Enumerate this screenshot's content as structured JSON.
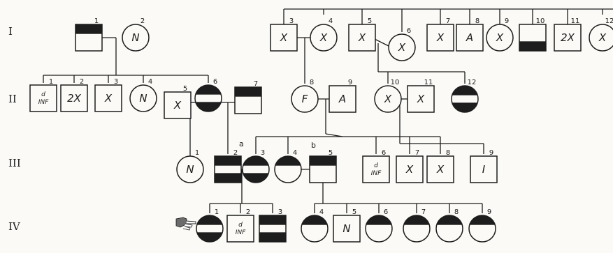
{
  "generations": [
    "I",
    "II",
    "III",
    "IV"
  ],
  "superscripts": [
    "a",
    "b"
  ],
  "individuals": [
    {
      "id": "I-1",
      "num": "1",
      "shape": "square",
      "fill": "top"
    },
    {
      "id": "I-2",
      "num": "2",
      "shape": "circle",
      "fill": "none",
      "text": "N"
    },
    {
      "id": "I-3",
      "num": "3",
      "shape": "square",
      "fill": "none",
      "text": "X"
    },
    {
      "id": "I-4",
      "num": "4",
      "shape": "circle",
      "fill": "none",
      "text": "X"
    },
    {
      "id": "I-5",
      "num": "5",
      "shape": "square",
      "fill": "none",
      "text": "X"
    },
    {
      "id": "I-6",
      "num": "6",
      "shape": "circle",
      "fill": "none",
      "text": "X"
    },
    {
      "id": "I-7",
      "num": "7",
      "shape": "square",
      "fill": "none",
      "text": "X"
    },
    {
      "id": "I-8",
      "num": "8",
      "shape": "square",
      "fill": "none",
      "text": "A"
    },
    {
      "id": "I-9",
      "num": "9",
      "shape": "circle",
      "fill": "none",
      "text": "X"
    },
    {
      "id": "I-10",
      "num": "10",
      "shape": "square",
      "fill": "bottom"
    },
    {
      "id": "I-11",
      "num": "11",
      "shape": "square",
      "fill": "none",
      "text": "2X"
    },
    {
      "id": "I-12",
      "num": "12",
      "shape": "circle",
      "fill": "none",
      "text": "X"
    },
    {
      "id": "II-1",
      "num": "1",
      "shape": "square",
      "fill": "none",
      "text": "d INF"
    },
    {
      "id": "II-2",
      "num": "2",
      "shape": "square",
      "fill": "none",
      "text": "2X"
    },
    {
      "id": "II-3",
      "num": "3",
      "shape": "square",
      "fill": "none",
      "text": "X"
    },
    {
      "id": "II-4",
      "num": "4",
      "shape": "circle",
      "fill": "none",
      "text": "N"
    },
    {
      "id": "II-5",
      "num": "5",
      "shape": "square",
      "fill": "none",
      "text": "X"
    },
    {
      "id": "II-6",
      "num": "6",
      "shape": "circle",
      "fill": "top-bottom"
    },
    {
      "id": "II-7",
      "num": "7",
      "shape": "square",
      "fill": "top"
    },
    {
      "id": "II-8",
      "num": "8",
      "shape": "circle",
      "fill": "none",
      "text": "F"
    },
    {
      "id": "II-9",
      "num": "9",
      "shape": "square",
      "fill": "none",
      "text": "A"
    },
    {
      "id": "II-10",
      "num": "10",
      "shape": "circle",
      "fill": "none",
      "text": "X"
    },
    {
      "id": "II-11",
      "num": "11",
      "shape": "square",
      "fill": "none",
      "text": "X"
    },
    {
      "id": "II-12",
      "num": "12",
      "shape": "circle",
      "fill": "top-bottom"
    },
    {
      "id": "III-1",
      "num": "1",
      "shape": "circle",
      "fill": "none",
      "text": "N"
    },
    {
      "id": "III-2",
      "num": "2",
      "shape": "square",
      "fill": "top-bottom"
    },
    {
      "id": "III-3",
      "num": "3",
      "shape": "circle",
      "fill": "top-bottom"
    },
    {
      "id": "III-4",
      "num": "4",
      "shape": "circle",
      "fill": "top"
    },
    {
      "id": "III-5",
      "num": "5",
      "shape": "square",
      "fill": "top"
    },
    {
      "id": "III-6",
      "num": "6",
      "shape": "square",
      "fill": "none",
      "text": "d INF"
    },
    {
      "id": "III-7",
      "num": "7",
      "shape": "square",
      "fill": "none",
      "text": "X"
    },
    {
      "id": "III-8",
      "num": "8",
      "shape": "square",
      "fill": "none",
      "text": "X"
    },
    {
      "id": "III-9",
      "num": "9",
      "shape": "square",
      "fill": "none",
      "text": "I"
    },
    {
      "id": "IV-1",
      "num": "1",
      "shape": "circle",
      "fill": "top-bottom"
    },
    {
      "id": "IV-2",
      "num": "2",
      "shape": "square",
      "fill": "none",
      "text": "d INF"
    },
    {
      "id": "IV-3",
      "num": "3",
      "shape": "square",
      "fill": "top-bottom"
    },
    {
      "id": "IV-4",
      "num": "4",
      "shape": "circle",
      "fill": "top"
    },
    {
      "id": "IV-5",
      "num": "5",
      "shape": "square",
      "fill": "none",
      "text": "N"
    },
    {
      "id": "IV-6",
      "num": "6",
      "shape": "circle",
      "fill": "top"
    },
    {
      "id": "IV-7",
      "num": "7",
      "shape": "circle",
      "fill": "top"
    },
    {
      "id": "IV-8",
      "num": "8",
      "shape": "circle",
      "fill": "top"
    },
    {
      "id": "IV-9",
      "num": "9",
      "shape": "circle",
      "fill": "top"
    }
  ],
  "proband": {
    "id": "IV-1",
    "icon": "pointing-hand-icon"
  },
  "colors": {
    "ink": "#1d1d1d",
    "background": "#fbfaf7"
  }
}
